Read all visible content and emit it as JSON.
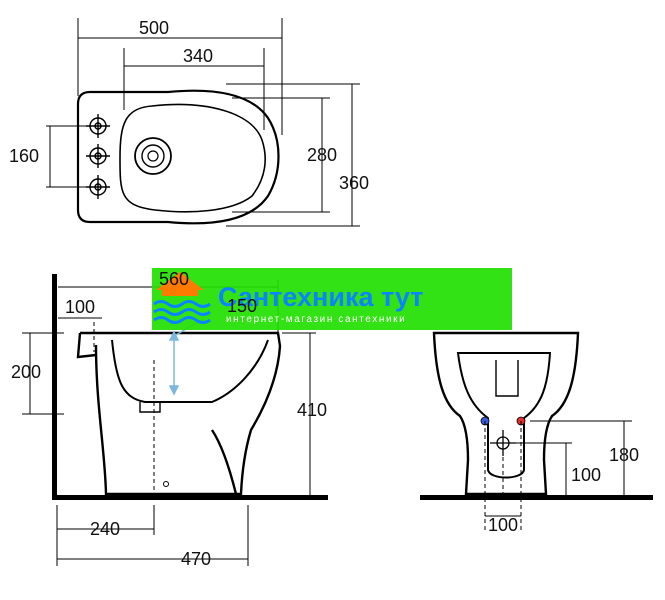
{
  "top_view": {
    "width_total": "500",
    "width_inner": "340",
    "depth_holes": "160",
    "depth_bowl": "280",
    "depth_total": "360"
  },
  "side_view": {
    "projection": "560",
    "rim_clearance": "150",
    "rim_offset": "100",
    "wall_height": "200",
    "height_total": "410",
    "drain_distance": "240",
    "base_length": "470"
  },
  "front_view": {
    "supply_height": "180",
    "drain_height": "100",
    "supply_spacing": "100"
  },
  "watermark": {
    "brand_title": "Сантехника тут",
    "brand_subtitle": "интернет-магазин сантехники",
    "bg_color": "#22e000",
    "title_color": "#0a84ff",
    "accent_color": "#ff7a00"
  }
}
